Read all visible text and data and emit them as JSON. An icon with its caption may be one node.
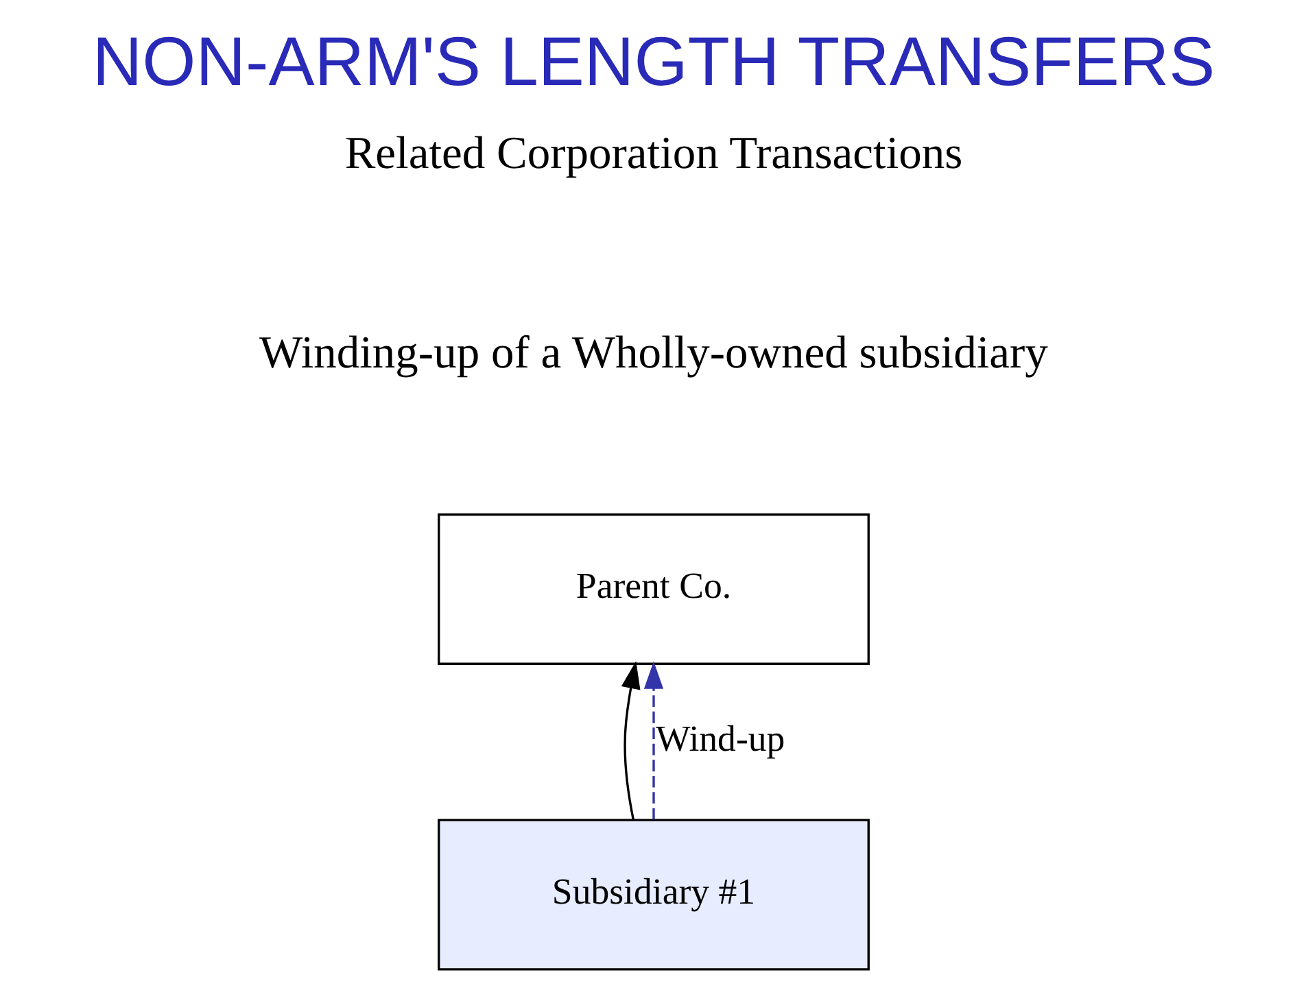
{
  "diagram": {
    "title": "NON-ARM'S LENGTH TRANSFERS",
    "nodes": [
      {
        "text": [
          "Parent Co."
        ]
      },
      {
        "text": [
          "Subsidiary #1"
        ]
      }
    ],
    "edges": [
      {
        "from": 1,
        "to": 0,
        "arrow": "to"
      },
      {
        "from": 1,
        "to": 0,
        "arrow": "to",
        "label": "Wind-up",
        "style": "dashed",
        "color": "#3333aa"
      }
    ],
    "labels": [
      "Related Corporation Transactions",
      "Winding-up of a Wholly-owned subsidiary"
    ]
  }
}
